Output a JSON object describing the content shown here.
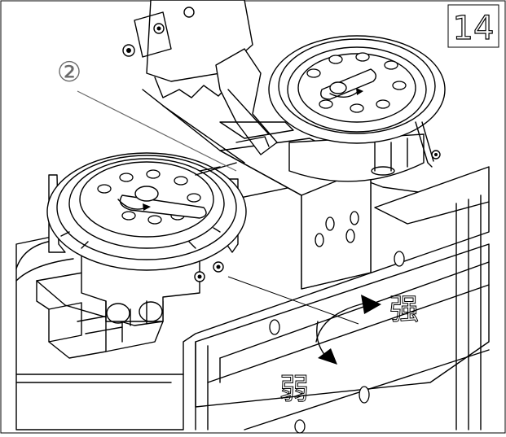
{
  "figure": {
    "page_number": "14",
    "callout_label": "②",
    "label_strong": "强",
    "label_weak": "弱"
  },
  "colors": {
    "line": "#000000",
    "background": "#ffffff",
    "callout": "#6a6a6a"
  }
}
